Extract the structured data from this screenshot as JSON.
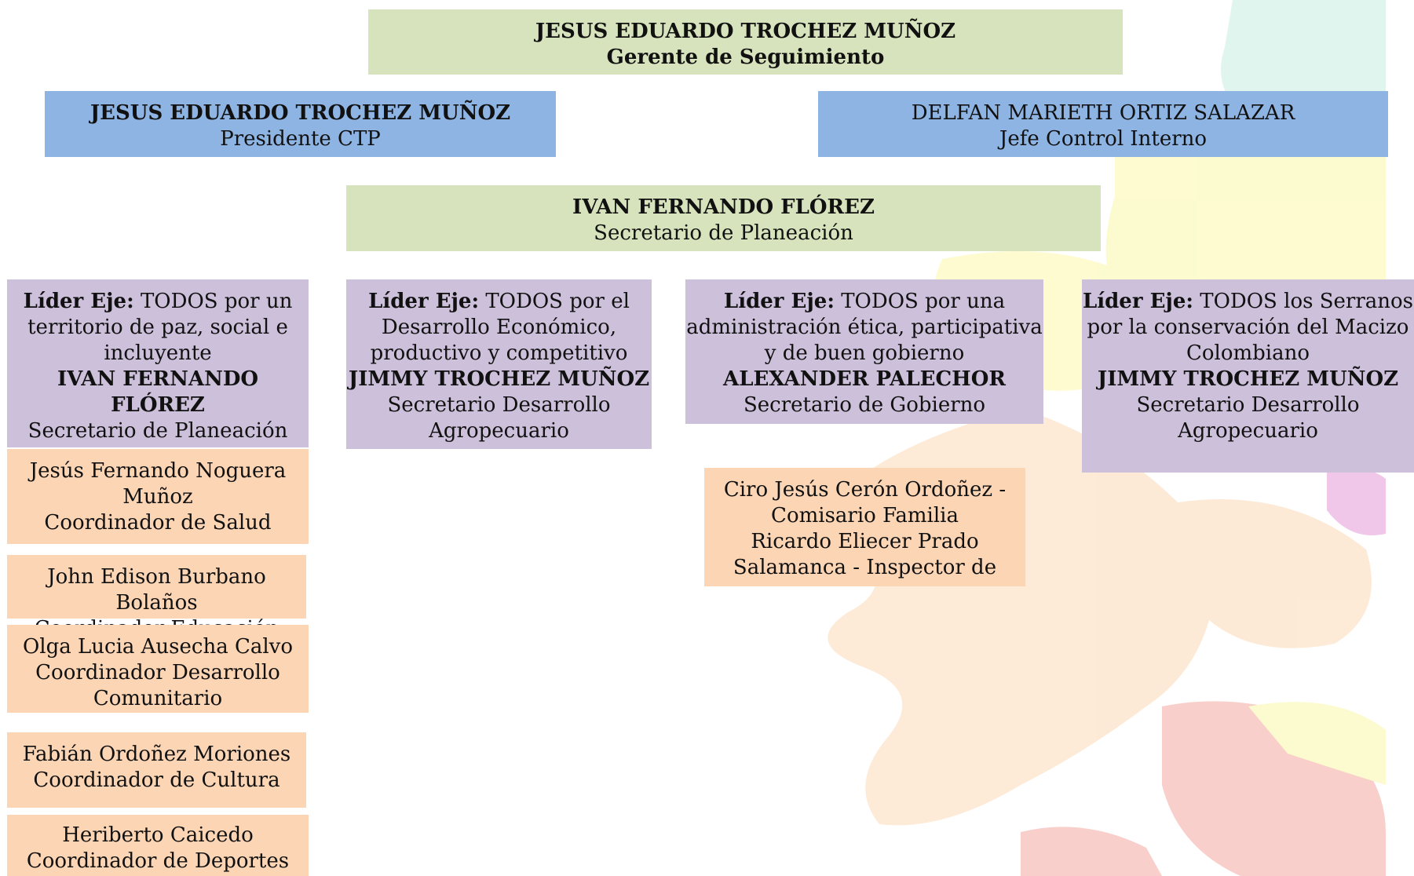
{
  "top": {
    "name": "JESUS EDUARDO TROCHEZ MUÑOZ",
    "role": "Gerente de Seguimiento"
  },
  "left_exec": {
    "name": "JESUS EDUARDO TROCHEZ MUÑOZ",
    "role": "Presidente CTP"
  },
  "right_exec": {
    "name": "DELFAN MARIETH ORTIZ SALAZAR",
    "role": "Jefe Control Interno"
  },
  "planning": {
    "name": "IVAN FERNANDO FLÓREZ",
    "role": "Secretario de Planeación"
  },
  "leaders": [
    {
      "label": "Líder Eje:",
      "axis_lines": [
        "TODOS por un",
        "territorio de paz, social e",
        "incluyente"
      ],
      "name": "IVAN FERNANDO FLÓREZ",
      "role_lines": [
        "Secretario de Planeación"
      ]
    },
    {
      "label": "Líder Eje:",
      "axis_lines": [
        "TODOS por el",
        "Desarrollo Económico,",
        "productivo y competitivo"
      ],
      "name": "JIMMY TROCHEZ MUÑOZ",
      "role_lines": [
        "Secretario Desarrollo",
        "Agropecuario"
      ]
    },
    {
      "label": "Líder Eje:",
      "axis_lines": [
        "TODOS por una",
        "administración ética, participativa",
        "y de buen gobierno"
      ],
      "name": "ALEXANDER PALECHOR",
      "role_lines": [
        "Secretario de Gobierno"
      ]
    },
    {
      "label": "Líder Eje:",
      "axis_lines": [
        "TODOS los Serranos",
        "por la conservación del Macizo",
        "Colombiano"
      ],
      "name": "JIMMY TROCHEZ MUÑOZ",
      "role_lines": [
        "Secretario Desarrollo",
        "Agropecuario"
      ]
    }
  ],
  "coordinators": [
    {
      "lines": [
        "Jesús Fernando Noguera",
        "Muñoz",
        "Coordinador de Salud"
      ]
    },
    {
      "lines": [
        "John Edison Burbano Bolaños",
        "Coordinador Educación"
      ]
    },
    {
      "lines": [
        "Olga Lucia Ausecha Calvo",
        "Coordinador Desarrollo",
        "Comunitario"
      ]
    },
    {
      "lines": [
        "Fabián Ordoñez Moriones",
        "Coordinador de Cultura"
      ]
    },
    {
      "lines": [
        "Heriberto Caicedo",
        "Coordinador de Deportes"
      ]
    }
  ],
  "government_staff": {
    "lines": [
      "Ciro Jesús Cerón Ordoñez -",
      "Comisario Familia",
      "Ricardo Eliecer Prado",
      "Salamanca - Inspector de"
    ]
  },
  "colors": {
    "green": "#d7e3bc",
    "blue": "#8eb4e3",
    "purple": "#ccc0da",
    "peach": "#fcd5b5"
  }
}
